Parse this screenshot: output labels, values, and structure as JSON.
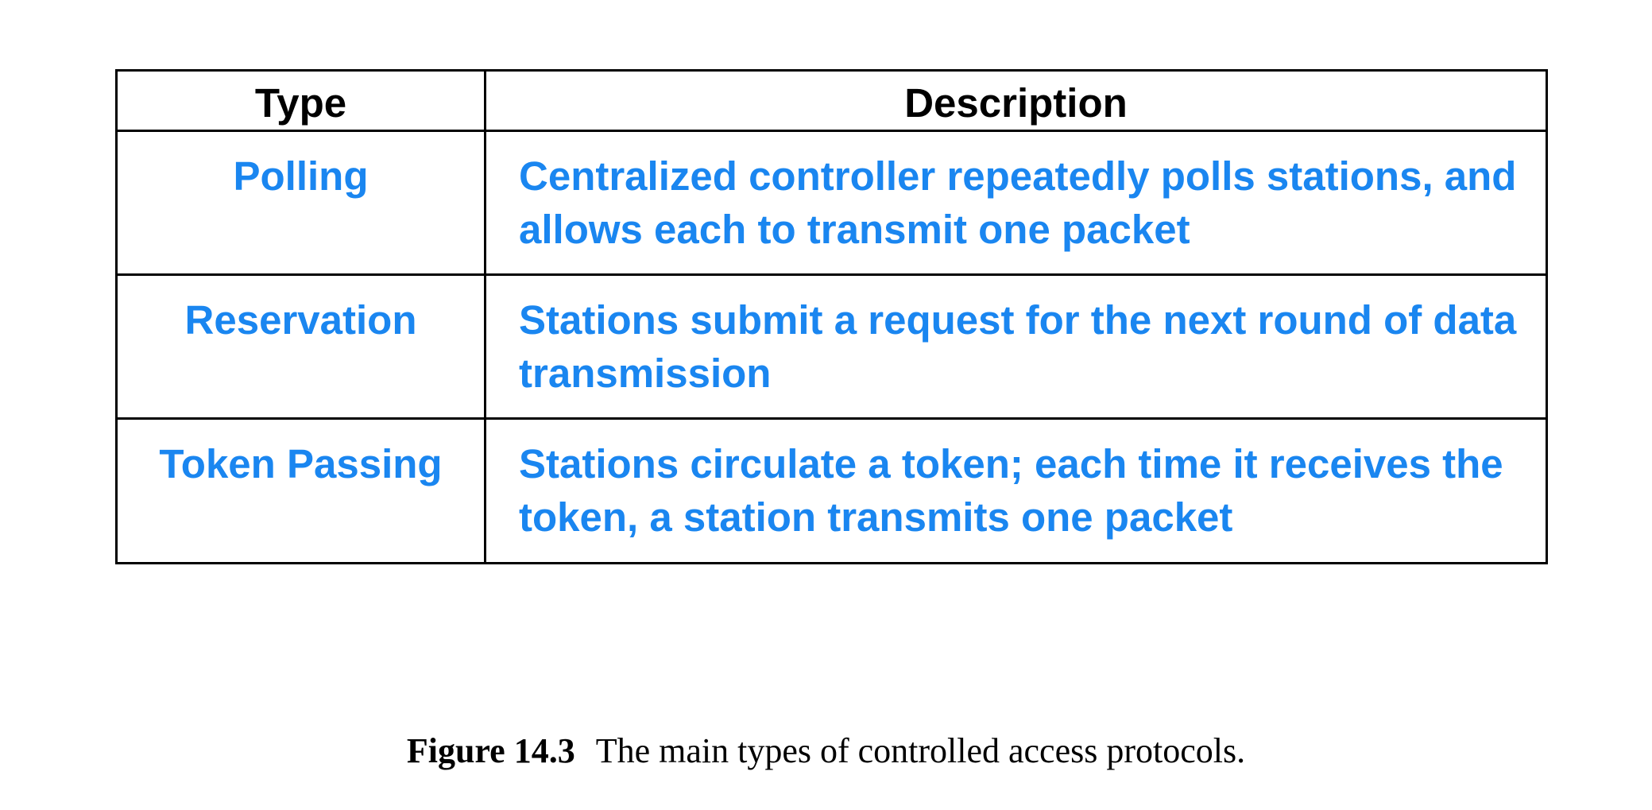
{
  "table": {
    "headers": {
      "type": "Type",
      "description": "Description"
    },
    "rows": [
      {
        "type": "Polling",
        "description": "Centralized controller repeatedly polls stations, and allows each to transmit one packet"
      },
      {
        "type": "Reservation",
        "description": "Stations submit a request for the next round of data transmission"
      },
      {
        "type": "Token Passing",
        "description": "Stations circulate a token; each time it receives the token, a station transmits one packet"
      }
    ]
  },
  "caption": {
    "label": "Figure 14.3",
    "text": "The main types of controlled access protocols."
  },
  "colors": {
    "header_text": "#000000",
    "cell_text": "#1a86f0",
    "border": "#000000"
  }
}
